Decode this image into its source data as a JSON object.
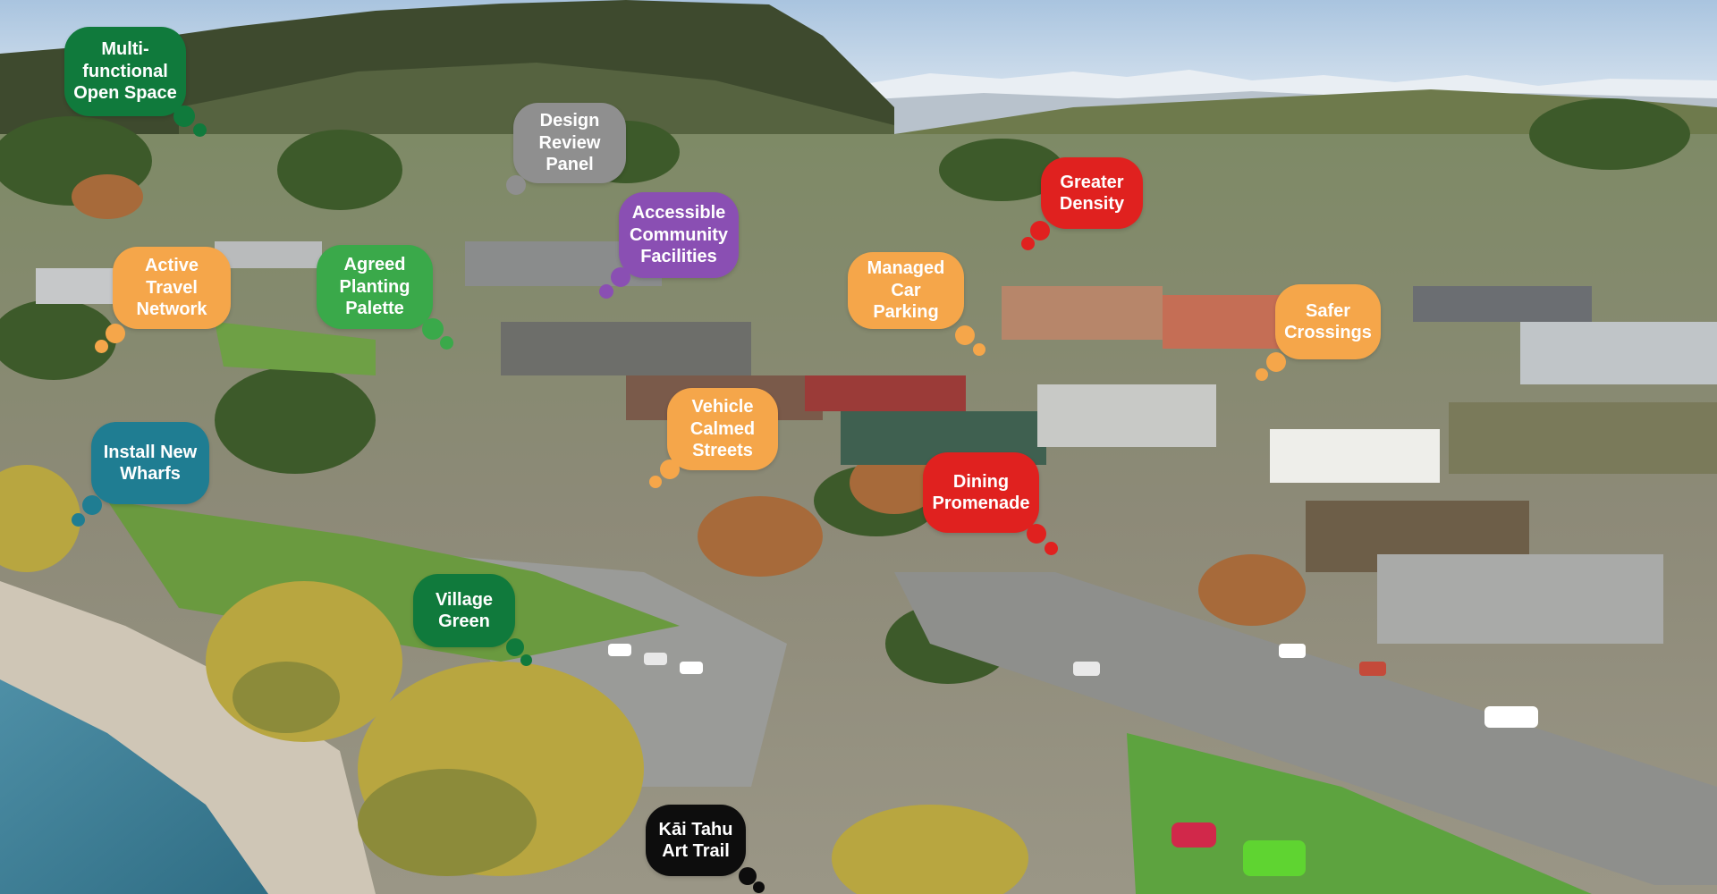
{
  "image": {
    "alt": "Aerial photo of lakeside town centre with mountains and annotated planning labels"
  },
  "colors": {
    "green_dark": "#107a3c",
    "green_light": "#3aa94a",
    "orange": "#f5a64a",
    "grey": "#8f8f8f",
    "purple": "#8a4fb3",
    "red": "#e0211f",
    "teal": "#1f7d92",
    "black": "#0d0d0d"
  },
  "labels": {
    "multifunctional": "Multi-\nfunctional\nOpen Space",
    "design_review": "Design\nReview\nPanel",
    "accessible": "Accessible\nCommunity\nFacilities",
    "greater_density": "Greater\nDensity",
    "active_travel": "Active\nTravel\nNetwork",
    "planting": "Agreed\nPlanting\nPalette",
    "car_parking": "Managed\nCar Parking",
    "safer_crossings": "Safer\nCrossings",
    "calmed_streets": "Vehicle\nCalmed\nStreets",
    "wharfs": "Install New\nWharfs",
    "dining": "Dining\nPromenade",
    "village_green": "Village\nGreen",
    "art_trail": "Kāi Tahu\nArt Trail"
  }
}
